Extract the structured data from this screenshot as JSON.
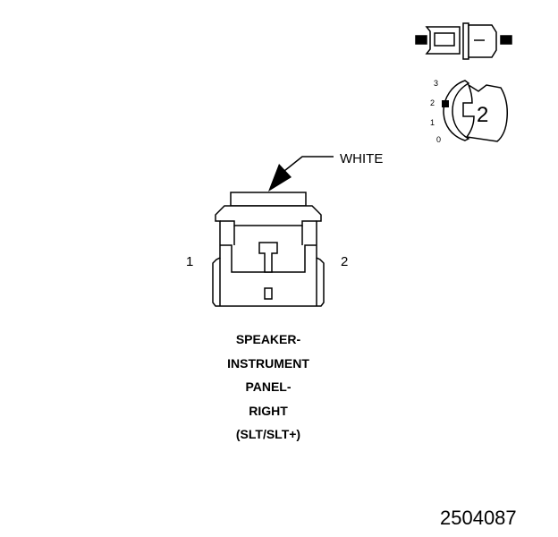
{
  "connector": {
    "wire_color": "WHITE",
    "pins": [
      "1",
      "2"
    ],
    "caption": [
      "SPEAKER-",
      "INSTRUMENT",
      "PANEL-",
      "RIGHT",
      "(SLT/SLT+)"
    ]
  },
  "key_indicator": {
    "scale": [
      "3",
      "2",
      "1",
      "0"
    ],
    "position": "2"
  },
  "figure_number": "2504087"
}
